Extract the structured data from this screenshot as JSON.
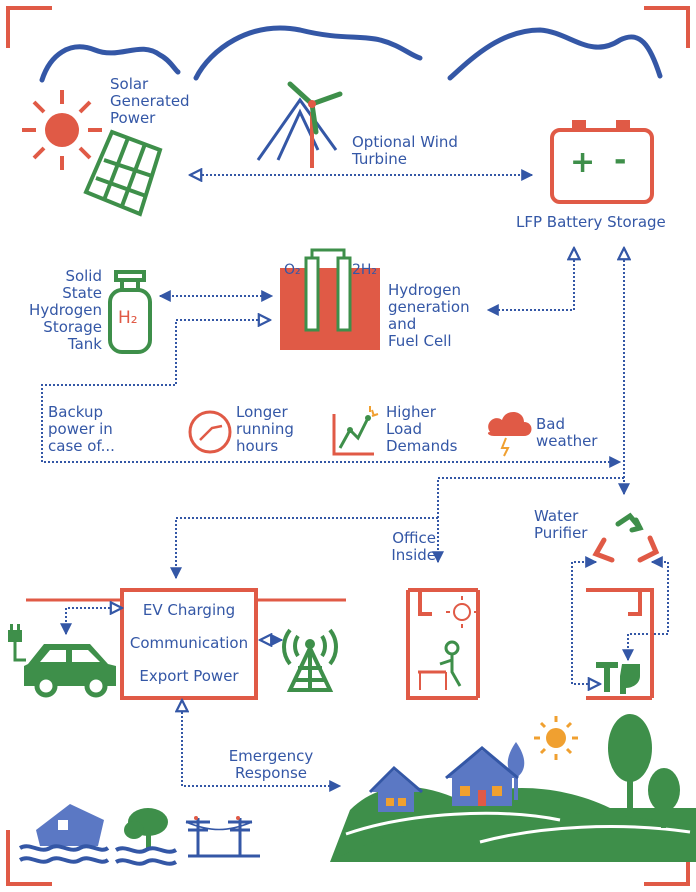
{
  "labels": {
    "solar": [
      "Solar",
      "Generated",
      "Power"
    ],
    "wind": [
      "Optional Wind",
      "Turbine"
    ],
    "battery": "LFP Battery Storage",
    "tank": [
      "Solid",
      "State",
      "Hydrogen",
      "Storage",
      "Tank"
    ],
    "tank_symbol": "H₂",
    "electrolyzer_o2": "O₂",
    "electrolyzer_h2": "2H₂",
    "hydrogen": [
      "Hydrogen",
      "generation",
      "and",
      "Fuel Cell"
    ],
    "backup": [
      "Backup",
      "power in",
      "case of..."
    ],
    "longer": [
      "Longer",
      "running",
      "hours"
    ],
    "higher": [
      "Higher",
      "Load",
      "Demands"
    ],
    "bad_weather": [
      "Bad",
      "weather"
    ],
    "office": [
      "Office",
      "Inside"
    ],
    "water": [
      "Water",
      "Purifier"
    ],
    "ev": "EV Charging",
    "communication": "Communication",
    "export": "Export Power",
    "emergency": [
      "Emergency",
      "Response"
    ],
    "battery_plus": "+",
    "battery_minus": "-"
  },
  "colors": {
    "blue": "#3457a6",
    "red": "#e05a46",
    "green": "#3e8f4a",
    "orange": "#f0a030"
  }
}
